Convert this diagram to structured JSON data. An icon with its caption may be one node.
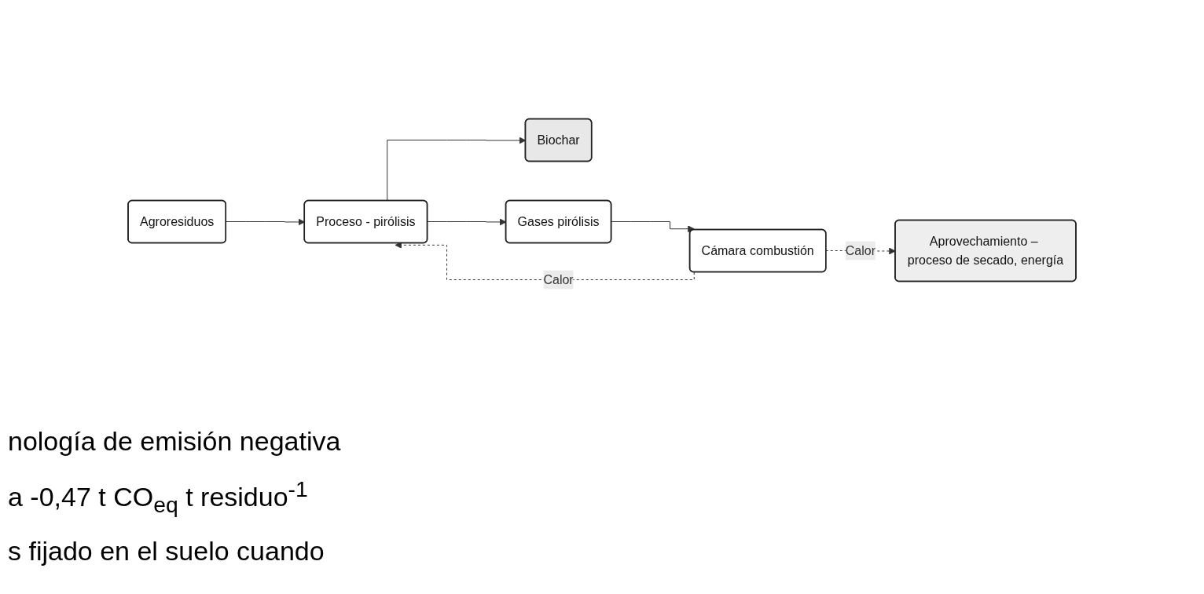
{
  "diagram": {
    "nodes": [
      {
        "text": [
          "Agroresiduos"
        ]
      },
      {
        "text": [
          "Proceso - pirólisis"
        ]
      },
      {
        "text": [
          "Biochar"
        ]
      },
      {
        "text": [
          "Gases pirólisis"
        ]
      },
      {
        "text": [
          "Cámara combustión"
        ]
      },
      {
        "text": [
          "Aprovechamiento – proceso de secado, energía"
        ]
      }
    ],
    "edges": [
      {
        "from": 0,
        "to": 1,
        "arrow": "to"
      },
      {
        "from": 1,
        "to": 2,
        "arrow": "to"
      },
      {
        "from": 1,
        "to": 3,
        "arrow": "to"
      },
      {
        "from": 3,
        "to": 4,
        "arrow": "to"
      },
      {
        "from": 4,
        "to": 1,
        "arrow": "to",
        "label": "Calor",
        "style": "dashed"
      },
      {
        "from": 4,
        "to": 5,
        "arrow": "to",
        "label": "Calor",
        "style": "dashed"
      }
    ],
    "labels": [
      "nología de emisión negativa",
      "a -0,47 t CO$_{eq}$ t residuo$^{-1}$",
      "s fijado en el suelo cuando"
    ]
  }
}
